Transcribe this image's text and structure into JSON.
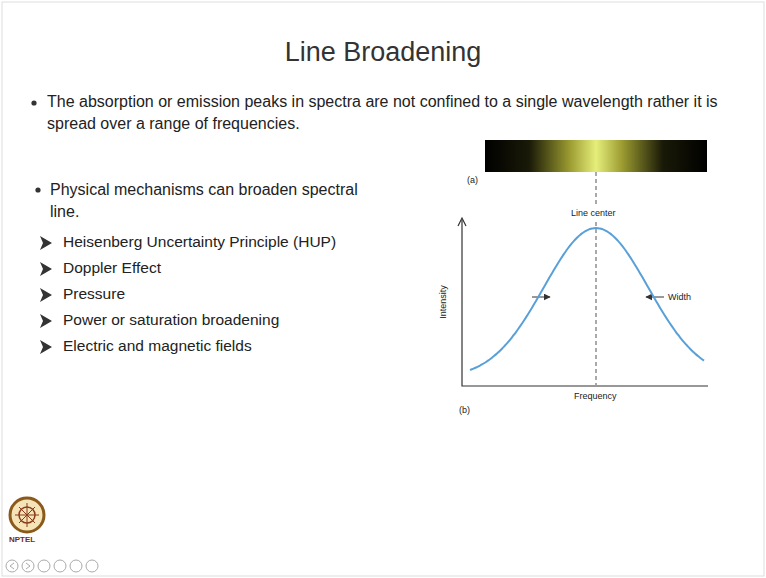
{
  "diagram": {
    "title": "Line Broadening",
    "labels": [
      "The absorption or emission peaks in spectra are not confined to a single wavelength rather it is spread over a range of frequencies.",
      "Physical mechanisms can broaden spectral line.",
      "Heisenberg Uncertainty Principle (HUP)",
      "Doppler Effect",
      "Pressure",
      "Power or saturation broadening",
      "Electric and magnetic fields",
      "(a)",
      "Line center",
      "Intensity",
      "Width",
      "Frequency",
      "(b)",
      "NPTEL"
    ]
  }
}
